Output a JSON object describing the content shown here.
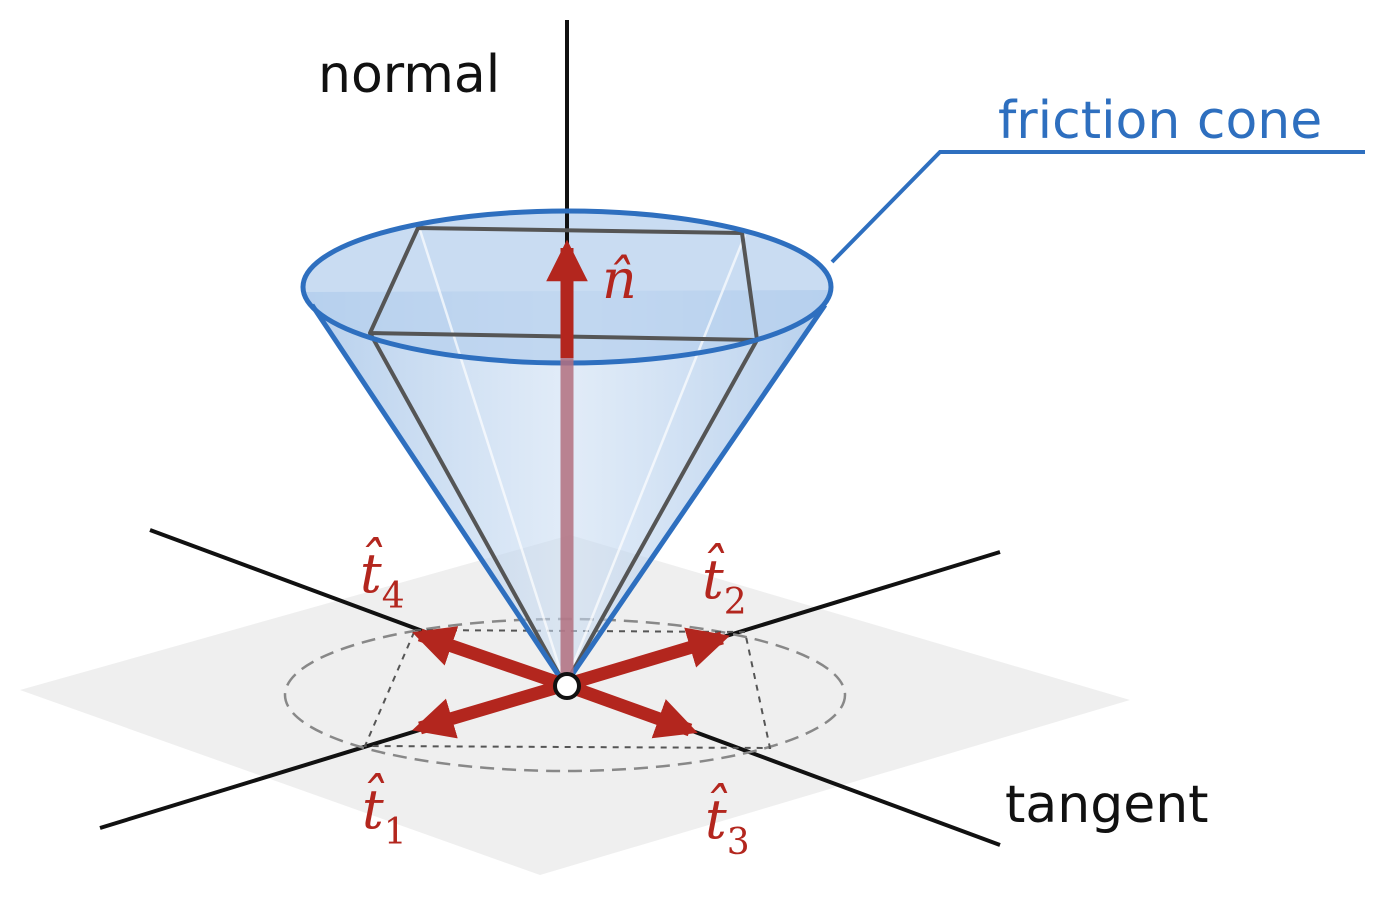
{
  "labels": {
    "normal": "normal",
    "tangent": "tangent",
    "friction_cone": "friction cone"
  },
  "vectors": {
    "n": {
      "symbol": "n̂"
    },
    "t1": {
      "symbol": "t̂",
      "sub": "1"
    },
    "t2": {
      "symbol": "t̂",
      "sub": "2"
    },
    "t3": {
      "symbol": "t̂",
      "sub": "3"
    },
    "t4": {
      "symbol": "t̂",
      "sub": "4"
    }
  },
  "colors": {
    "cone_edge": "#2e6fbf",
    "cone_fill": "#a9c8ea",
    "vector": "#b3261e",
    "pyramid": "#555555",
    "plane": "#eeeeee",
    "axis": "#111111"
  }
}
